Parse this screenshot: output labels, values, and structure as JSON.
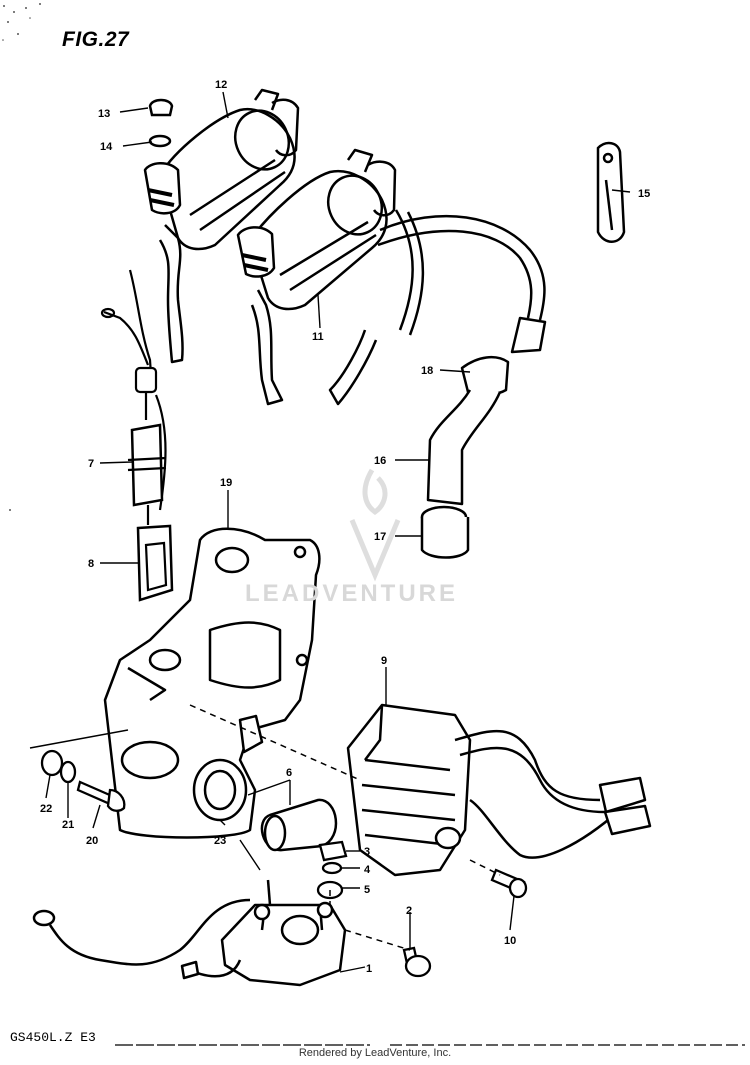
{
  "figure_title": "FIG.27",
  "model_code": "GS450L.Z E3",
  "footer_text": "Rendered by LeadVenture, Inc.",
  "watermark_text": "LEADVENTURE",
  "callouts": [
    "1",
    "2",
    "3",
    "4",
    "5",
    "6",
    "7",
    "8",
    "9",
    "10",
    "11",
    "12",
    "13",
    "14",
    "15",
    "16",
    "17",
    "18",
    "19",
    "20",
    "21",
    "22",
    "23"
  ]
}
